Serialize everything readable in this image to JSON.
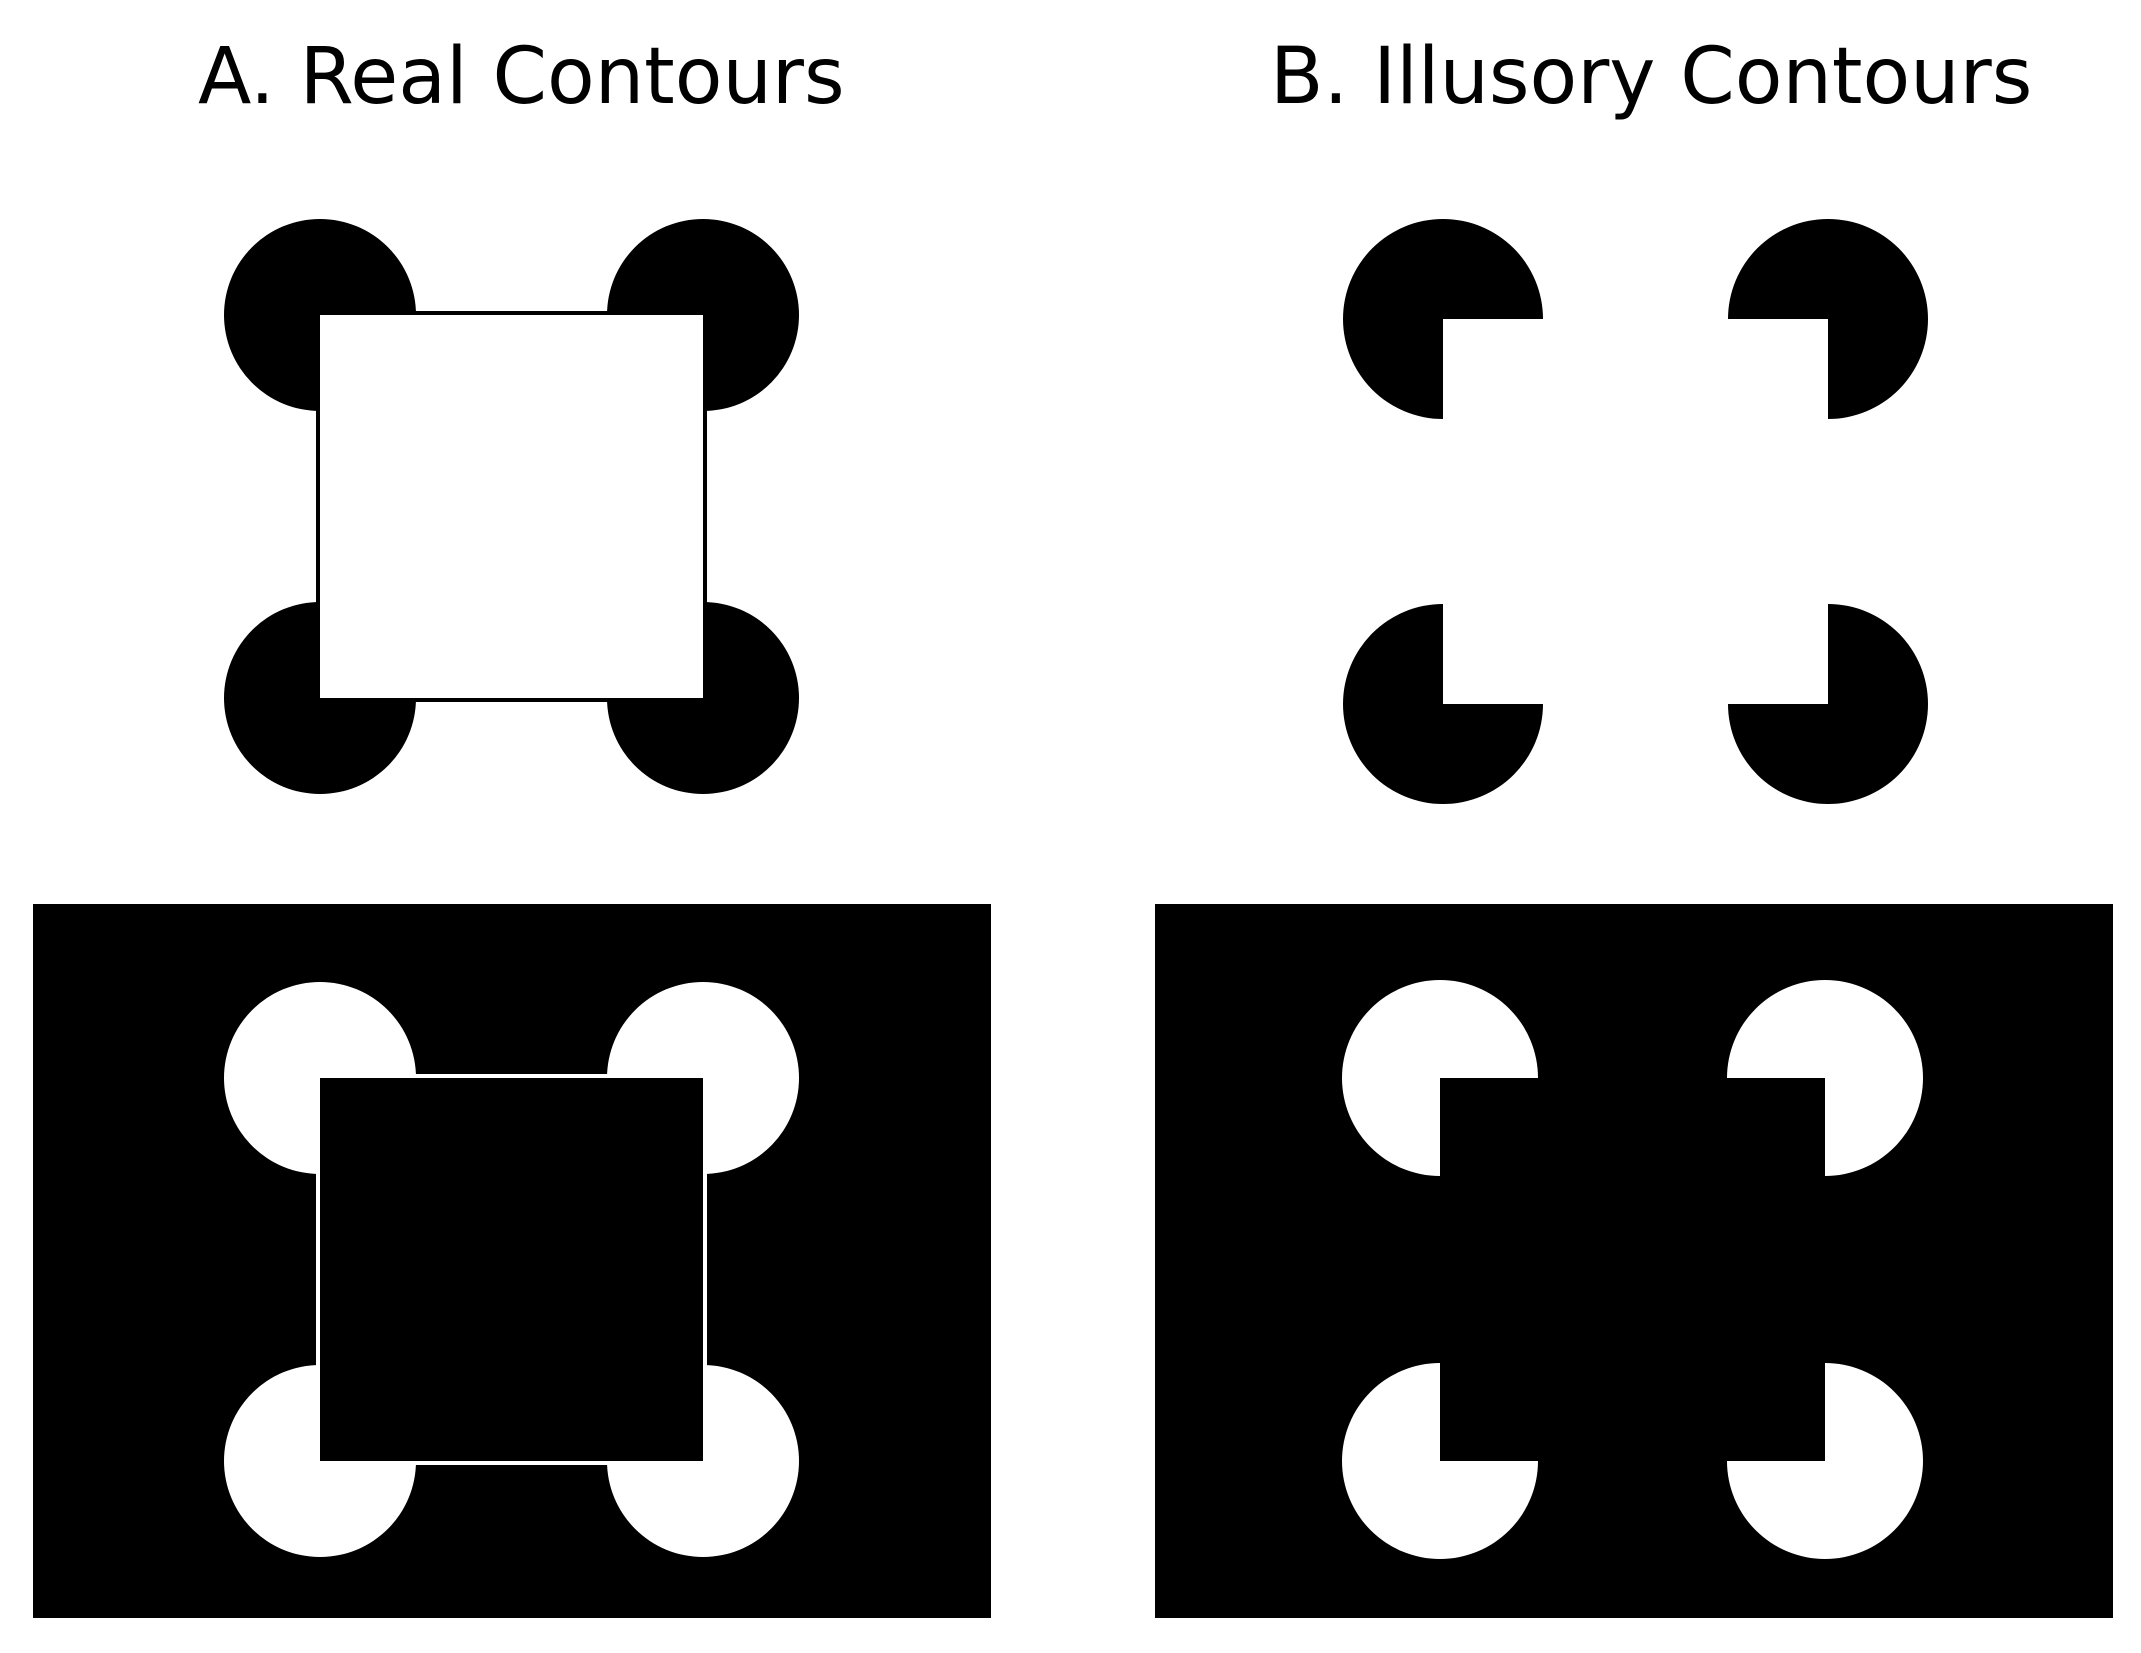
{
  "panels": {
    "a": {
      "title": "A. Real Contours"
    },
    "b": {
      "title": "B. Illusory Contours"
    }
  },
  "colors": {
    "background": "#ffffff",
    "foreground": "#000000"
  },
  "figures": [
    {
      "panel": "a",
      "variant": "black-inducers-on-white",
      "contour": "real"
    },
    {
      "panel": "a",
      "variant": "white-inducers-on-black",
      "contour": "real"
    },
    {
      "panel": "b",
      "variant": "black-pacmen-on-white",
      "contour": "illusory"
    },
    {
      "panel": "b",
      "variant": "white-pacmen-on-black",
      "contour": "illusory"
    }
  ]
}
